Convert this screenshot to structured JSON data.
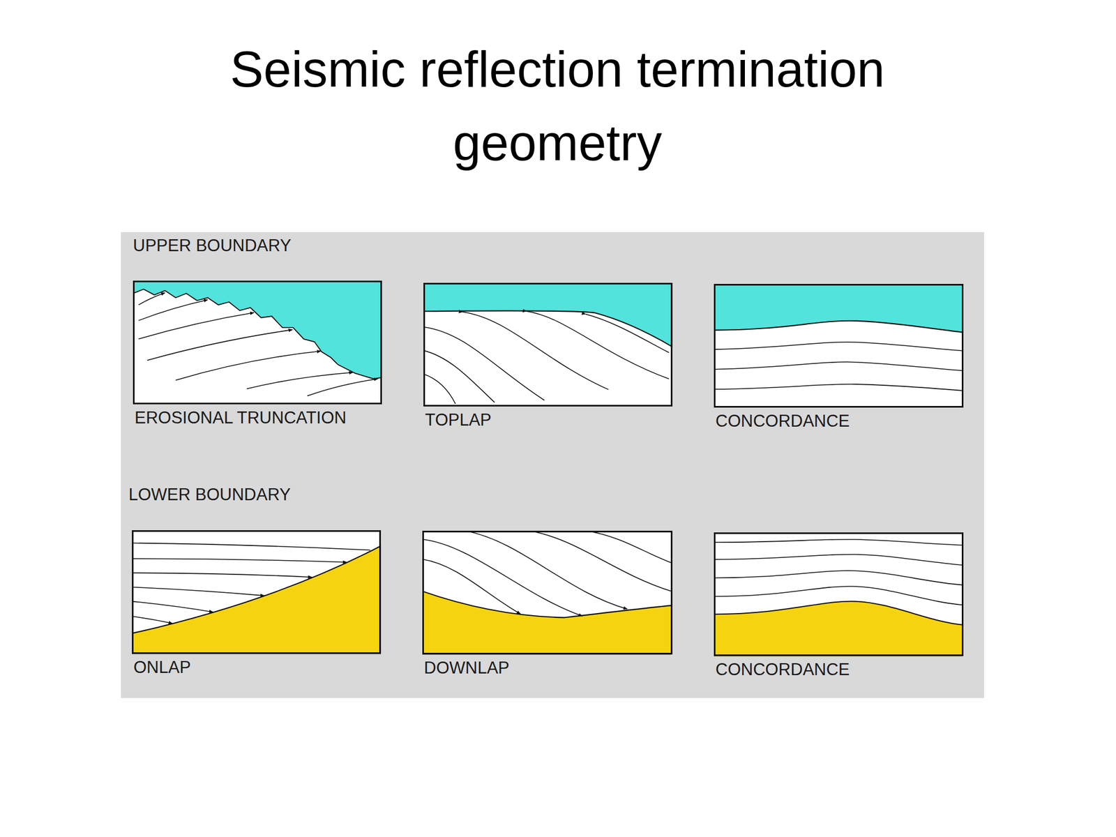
{
  "diagram": {
    "title": "Seismic reflection termination geometry",
    "nodes": [
      {
        "text": [
          "EROSIONAL TRUNCATION"
        ]
      },
      {
        "text": [
          "TOPLAP"
        ]
      },
      {
        "text": [
          "CONCORDANCE"
        ]
      },
      {
        "text": [
          "ONLAP"
        ]
      },
      {
        "text": [
          "DOWNLAP"
        ]
      },
      {
        "text": [
          "CONCORDANCE"
        ]
      }
    ],
    "labels": [
      "UPPER BOUNDARY",
      "LOWER BOUNDARY"
    ]
  }
}
